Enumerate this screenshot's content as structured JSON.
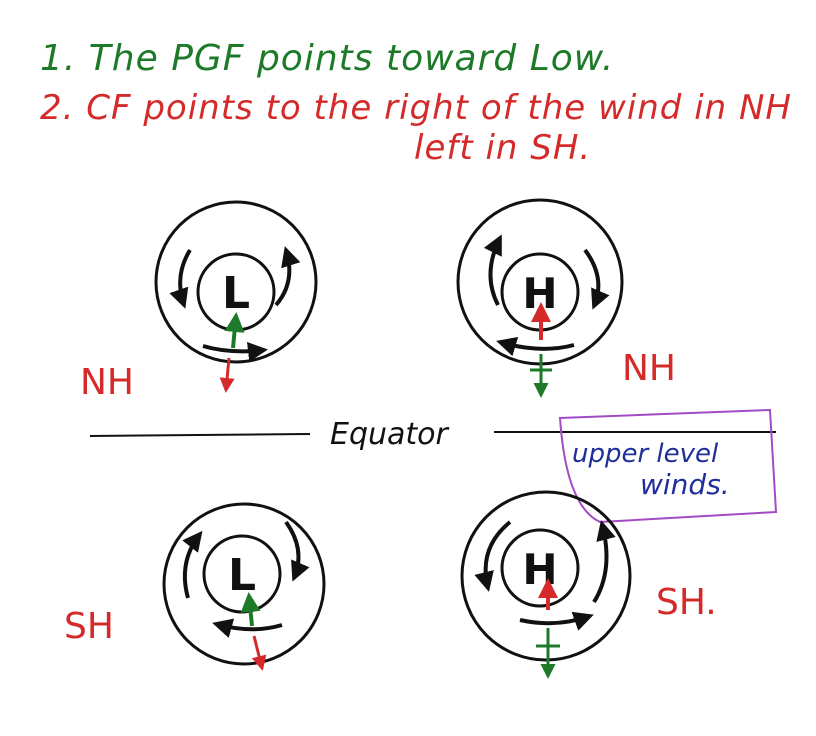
{
  "notes": {
    "line1": "1. The PGF points toward Low.",
    "line2": "2. CF points to the right of the wind in NH",
    "line3": "left in SH."
  },
  "systems": [
    {
      "id": "nh-low",
      "center": "L",
      "hemisphere": "NH"
    },
    {
      "id": "nh-high",
      "center": "H",
      "hemisphere": "NH"
    },
    {
      "id": "sh-low",
      "center": "L",
      "hemisphere": "SH"
    },
    {
      "id": "sh-high",
      "center": "H",
      "hemisphere": "SH"
    }
  ],
  "hemisphere_labels": {
    "nh_left": "NH",
    "nh_right": "NH",
    "sh_left": "SH",
    "sh_right": "SH."
  },
  "equator_label": "Equator",
  "box_label": {
    "line1": "upper level",
    "line2": "winds."
  },
  "colors": {
    "ink": "#111111",
    "pgf_arrow": "#1c7a28",
    "coriolis_arrow": "#d42a2a",
    "hemisphere_label": "#d42a2a",
    "box_text": "#1f2e9a",
    "box_border": "#a24bc4"
  }
}
